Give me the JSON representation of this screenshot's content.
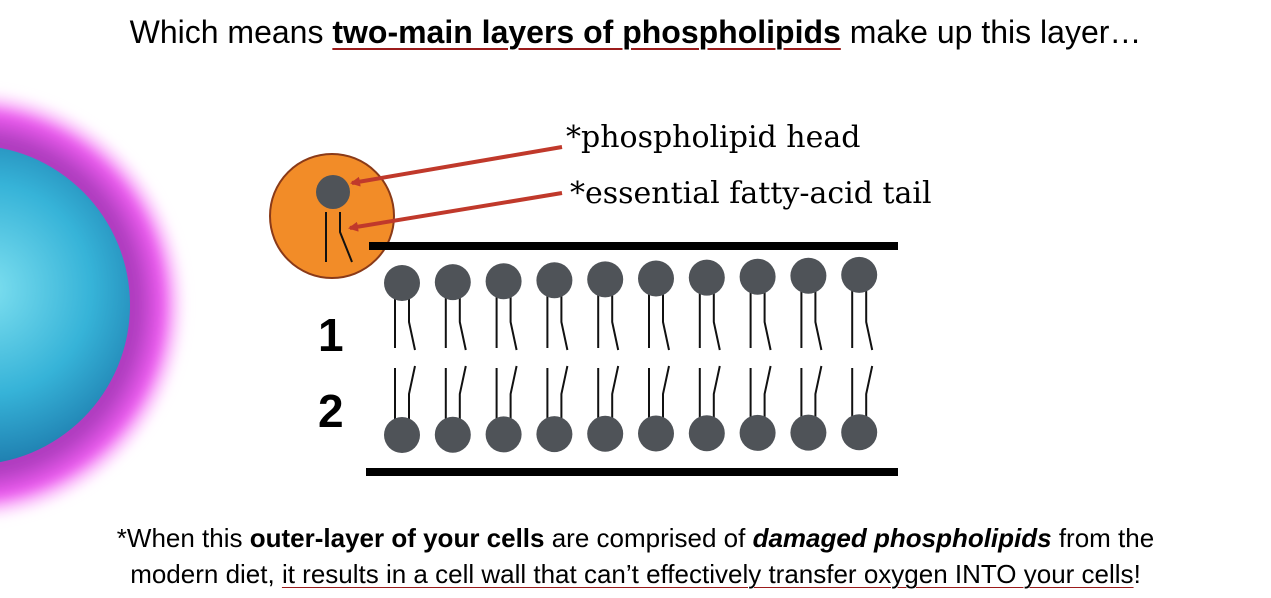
{
  "heading": {
    "pre": "Which means ",
    "emph": "two-main layers of phospholipids",
    "post": " make up this layer…"
  },
  "labels": {
    "head": "*phospholipid head",
    "tail": "*essential fatty-acid tail"
  },
  "layers": {
    "outer": "1",
    "inner": "2"
  },
  "caption": {
    "p1": "*When this ",
    "b1": "outer-layer of your cells",
    "p2": " are comprised of ",
    "bi": "damaged phospholipids",
    "p3": " from the",
    "p4": "modern diet, ",
    "u": "it results in a cell wall that can’t effectively transfer oxygen INTO your cells",
    "end": "!"
  },
  "colors": {
    "head_fill": "#4f5358",
    "inset_fill": "#f28c28",
    "inset_stroke": "#8a3a18",
    "arrow": "#c0392b",
    "cell_core": "#3ab7d6",
    "cell_rim": "#e85ce8"
  },
  "bilayer": {
    "molecules_per_layer": 10
  }
}
